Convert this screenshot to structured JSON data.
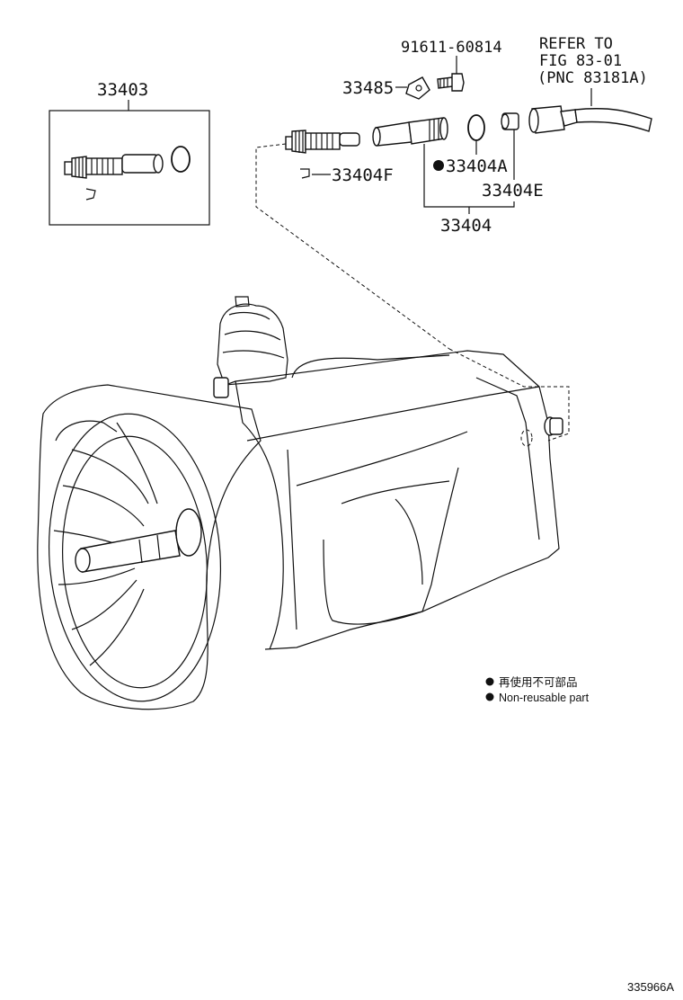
{
  "labels": {
    "assy_33403": "33403",
    "bolt_91611": "91611-60814",
    "plate_33485": "33485",
    "clip_33404F": "33404F",
    "oring_33404A": "33404A",
    "bushing_33404E": "33404E",
    "sleeve_33404": "33404"
  },
  "refer": {
    "line1": "REFER TO",
    "line2": "FIG 83-01",
    "line3": "(PNC 83181A)"
  },
  "legend": {
    "jp": "再使用不可部品",
    "en": "Non-reusable part"
  },
  "illustration_id": "335966A"
}
